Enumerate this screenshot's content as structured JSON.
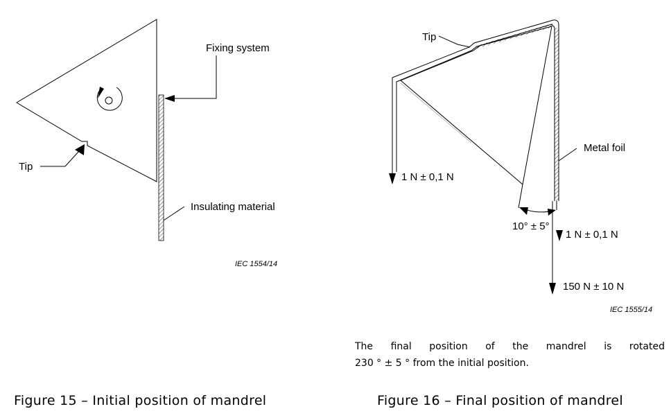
{
  "figure15": {
    "labels": {
      "fixing_system": "Fixing system",
      "tip": "Tip",
      "insulating_material": "Insulating material"
    },
    "reference": "IEC  1554/14",
    "caption": "Figure 15 – Initial position of mandrel"
  },
  "figure16": {
    "labels": {
      "tip": "Tip",
      "metal_foil": "Metal foil",
      "force_left": "1 N ± 0,1 N",
      "angle": "10° ± 5°",
      "force_right": "1 N ± 0,1 N",
      "force_main": "150 N ± 10 N"
    },
    "reference": "IEC  1555/14",
    "note_line1": "The final position of the mandrel is rotated",
    "note_line2": "230 ° ± 5 ° from the initial position.",
    "caption": "Figure 16 – Final position of mandrel"
  }
}
